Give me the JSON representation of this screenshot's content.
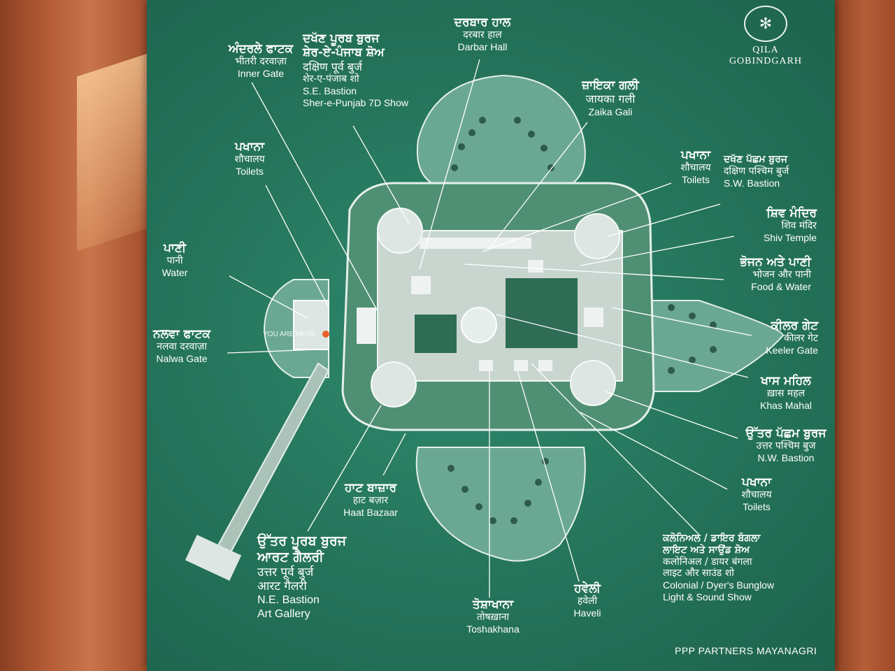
{
  "brand": {
    "name_line1": "QILA",
    "name_line2": "GOBINDGARH",
    "logo_icon": "heritage-emblem-icon",
    "credit": "PPP PARTNERS MAYANAGRI"
  },
  "map": {
    "you_are_here": "YOU ARE HERE",
    "colors": {
      "board": "#24735a",
      "moat": "#6aa894",
      "fort": "#dde6e2",
      "lawn": "#4f8f73",
      "wall": "#b4603c"
    }
  },
  "labels": {
    "darbar_hall": {
      "pa": "ਦਰਬਾਰ ਹਾਲ",
      "hi": "दरबार हाल",
      "en": "Darbar Hall"
    },
    "inner_gate": {
      "pa": "ਅੰਦਰਲੇ ਫਾਟਕ",
      "hi": "भीतरी दरवाज़ा",
      "en": "Inner Gate"
    },
    "se_bastion": {
      "pa1": "ਦਖੱਣ ਪੂਰਬ ਬੁਰਜ",
      "pa2": "ਸ਼ੇਰ-ਏ-ਪੰਜਾਬ ਸ਼ੋਅ",
      "hi1": "दक्षिण पूर्व बुर्ज",
      "hi2": "शेर-ए-पंजाब शो",
      "en1": "S.E. Bastion",
      "en2": "Sher-e-Punjab 7D Show"
    },
    "zaika_gali": {
      "pa": "ਜ਼ਾਇਕਾ ਗਲੀ",
      "hi": "जायका गली",
      "en": "Zaika Gali"
    },
    "toilets_left": {
      "pa": "ਪਖਾਨਾ",
      "hi": "शौचालय",
      "en": "Toilets"
    },
    "toilets_right": {
      "pa": "ਪਖਾਨਾ",
      "hi": "शौचालय",
      "en": "Toilets"
    },
    "sw_bastion": {
      "pa": "ਦਖੱਣ ਪੱਛਮ ਬੁਰਜ",
      "hi": "दक्षिण पश्चिम बुर्ज",
      "en": "S.W. Bastion"
    },
    "shiv_temple": {
      "pa": "ਸ਼ਿਵ ਮੰਦਿਰ",
      "hi": "शिव मंदिर",
      "en": "Shiv Temple"
    },
    "water": {
      "pa": "ਪਾਣੀ",
      "hi": "पानी",
      "en": "Water"
    },
    "food_water": {
      "pa": "ਭੋਜਨ ਅਤੇ ਪਾਣੀ",
      "hi": "भोजन और पानी",
      "en": "Food & Water"
    },
    "keeler_gate": {
      "pa": "ਕੀਲਰ ਗੇਟ",
      "hi": "कीलर गेट",
      "en": "Keeler Gate"
    },
    "nalwa_gate": {
      "pa": "ਨਲਵਾ ਫਾਟਕ",
      "hi": "नलवा दरवाज़ा",
      "en": "Nalwa Gate"
    },
    "khas_mahal": {
      "pa": "ਖਾਸ ਮਹਿਲ",
      "hi": "ख़ास महल",
      "en": "Khas Mahal"
    },
    "nw_bastion": {
      "pa": "ਉੱਤਰ ਪੱਛਮ ਬੁਰਜ",
      "hi": "उत्तर पश्चिम बुज",
      "en": "N.W. Bastion"
    },
    "toilets_bottom": {
      "pa": "ਪਖਾਨਾ",
      "hi": "शौचालय",
      "en": "Toilets"
    },
    "haat_bazaar": {
      "pa": "ਹਾਟ ਬਾਜ਼ਾਰ",
      "hi": "हाट बज़ार",
      "en": "Haat Bazaar"
    },
    "ne_bastion": {
      "pa1": "ਉੱਤਰ ਪੂਰਬ ਬੁਰਜ",
      "pa2": "ਆਰਟ ਗੈਲਰੀ",
      "hi1": "उत्तर पूर्व बुर्ज",
      "hi2": "आरट गैलरी",
      "en1": "N.E. Bastion",
      "en2": "Art Gallery"
    },
    "colonial": {
      "pa1": "ਕਲੋਨਿਅਲ / ਡਾਇਰ ਬੰਗਲਾ",
      "pa2": "ਲਾਇਟ ਅਤੇ ਸਾਉਂਡ ਸ਼ੋਅ",
      "hi1": "कलोनिअल / डायर बंगला",
      "hi2": "लाइट और साउंड शो",
      "en1": "Colonial / Dyer's Bunglow",
      "en2": "Light & Sound Show"
    },
    "haveli": {
      "pa": "ਹਵੇਲੀ",
      "hi": "हवेली",
      "en": "Haveli"
    },
    "toshakhana": {
      "pa": "ਤੋਸ਼ਾਖਾਨਾ",
      "hi": "तोषख़ाना",
      "en": "Toshakhana"
    }
  }
}
